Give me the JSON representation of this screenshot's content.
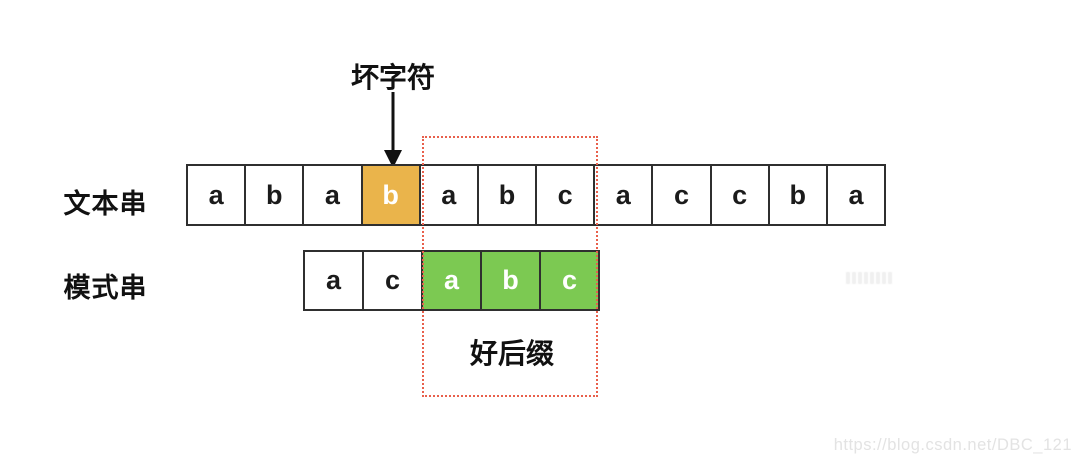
{
  "annotations": {
    "bad_char": "坏字符",
    "good_suffix": "好后缀"
  },
  "text_row": {
    "label": "文本串",
    "cells": [
      {
        "char": "a",
        "highlight": "none"
      },
      {
        "char": "b",
        "highlight": "none"
      },
      {
        "char": "a",
        "highlight": "none"
      },
      {
        "char": "b",
        "highlight": "orange"
      },
      {
        "char": "a",
        "highlight": "none"
      },
      {
        "char": "b",
        "highlight": "none"
      },
      {
        "char": "c",
        "highlight": "none"
      },
      {
        "char": "a",
        "highlight": "none"
      },
      {
        "char": "c",
        "highlight": "none"
      },
      {
        "char": "c",
        "highlight": "none"
      },
      {
        "char": "b",
        "highlight": "none"
      },
      {
        "char": "a",
        "highlight": "none"
      }
    ]
  },
  "pattern_row": {
    "label": "模式串",
    "cells": [
      {
        "char": "a",
        "highlight": "none"
      },
      {
        "char": "c",
        "highlight": "none"
      },
      {
        "char": "a",
        "highlight": "green"
      },
      {
        "char": "b",
        "highlight": "green"
      },
      {
        "char": "c",
        "highlight": "green"
      }
    ]
  },
  "colors": {
    "bad_char_fill": "#EAB44B",
    "good_suffix_fill": "#7CC952",
    "dotted_box_border": "#E8604C",
    "cell_border": "#2F2F2F",
    "watermark_text": "#E3E3E3"
  },
  "watermarks": {
    "url": "https://blog.csdn.net/DBC_121"
  }
}
